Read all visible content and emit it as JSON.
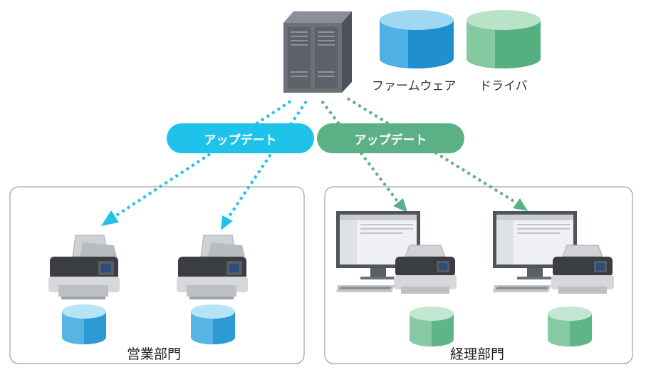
{
  "legend": {
    "firmware_label": "ファームウェア",
    "driver_label": "ドライバ",
    "firmware_color": "#3fa9e0",
    "driver_color": "#6cc08f"
  },
  "update_pills": {
    "left_label": "アップデート",
    "right_label": "アップデート",
    "left_color": "#1fc3ea",
    "right_color": "#5cb085"
  },
  "departments": {
    "sales_label": "営業部門",
    "accounting_label": "経理部門"
  },
  "icons": {
    "server": "server-tower-icon",
    "scanner": "document-scanner-icon",
    "monitor": "desktop-monitor-icon",
    "keyboard": "keyboard-icon",
    "database": "database-cylinder-icon"
  }
}
